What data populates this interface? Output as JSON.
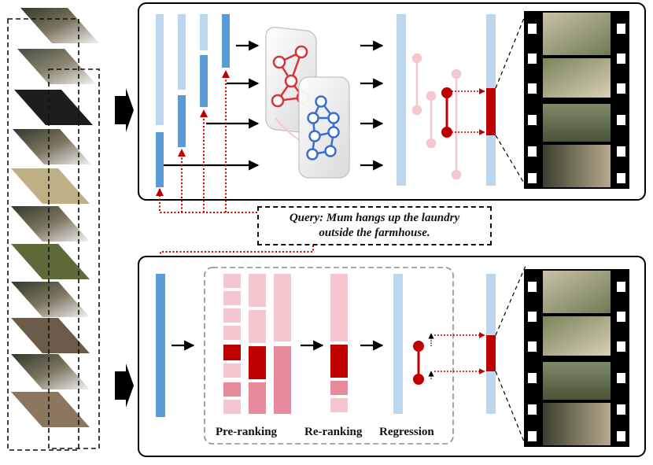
{
  "query": {
    "line1": "Query: Mum hangs up the laundry",
    "line2": "outside the farmhouse."
  },
  "labels": {
    "pre_ranking": "Pre-ranking",
    "re_ranking": "Re-ranking",
    "regression": "Regression"
  },
  "colors": {
    "dark_red": "#c00000",
    "mid_blue": "#5b9bd5",
    "light_blue": "#bdd7ee",
    "pale_pink": "#f4c7ce",
    "mid_pink": "#e9899c",
    "graph_red": "#d6333b",
    "graph_blue": "#3a6fd1"
  }
}
